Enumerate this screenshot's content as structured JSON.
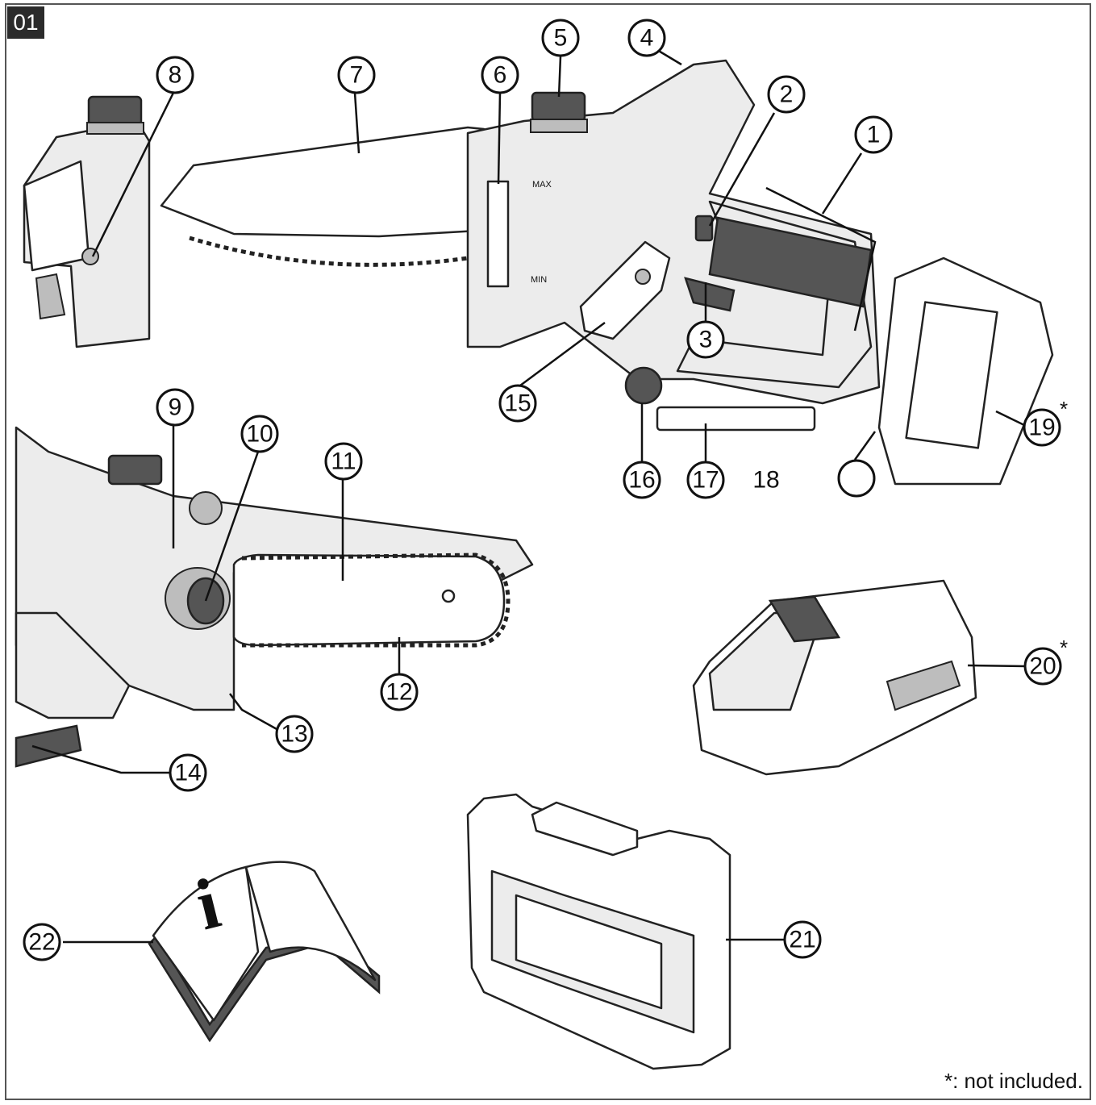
{
  "figure": {
    "badge": "01",
    "footnote": "*: not included.",
    "label_18": "18",
    "labels": [
      "1",
      "2",
      "3",
      "4",
      "5",
      "6",
      "7",
      "8",
      "9",
      "10",
      "11",
      "12",
      "13",
      "14",
      "15",
      "16",
      "17",
      "19",
      "20",
      "21",
      "22"
    ],
    "asterisk": "*",
    "max_label": "MAX",
    "min_label": "MIN",
    "info_glyph": "i"
  }
}
